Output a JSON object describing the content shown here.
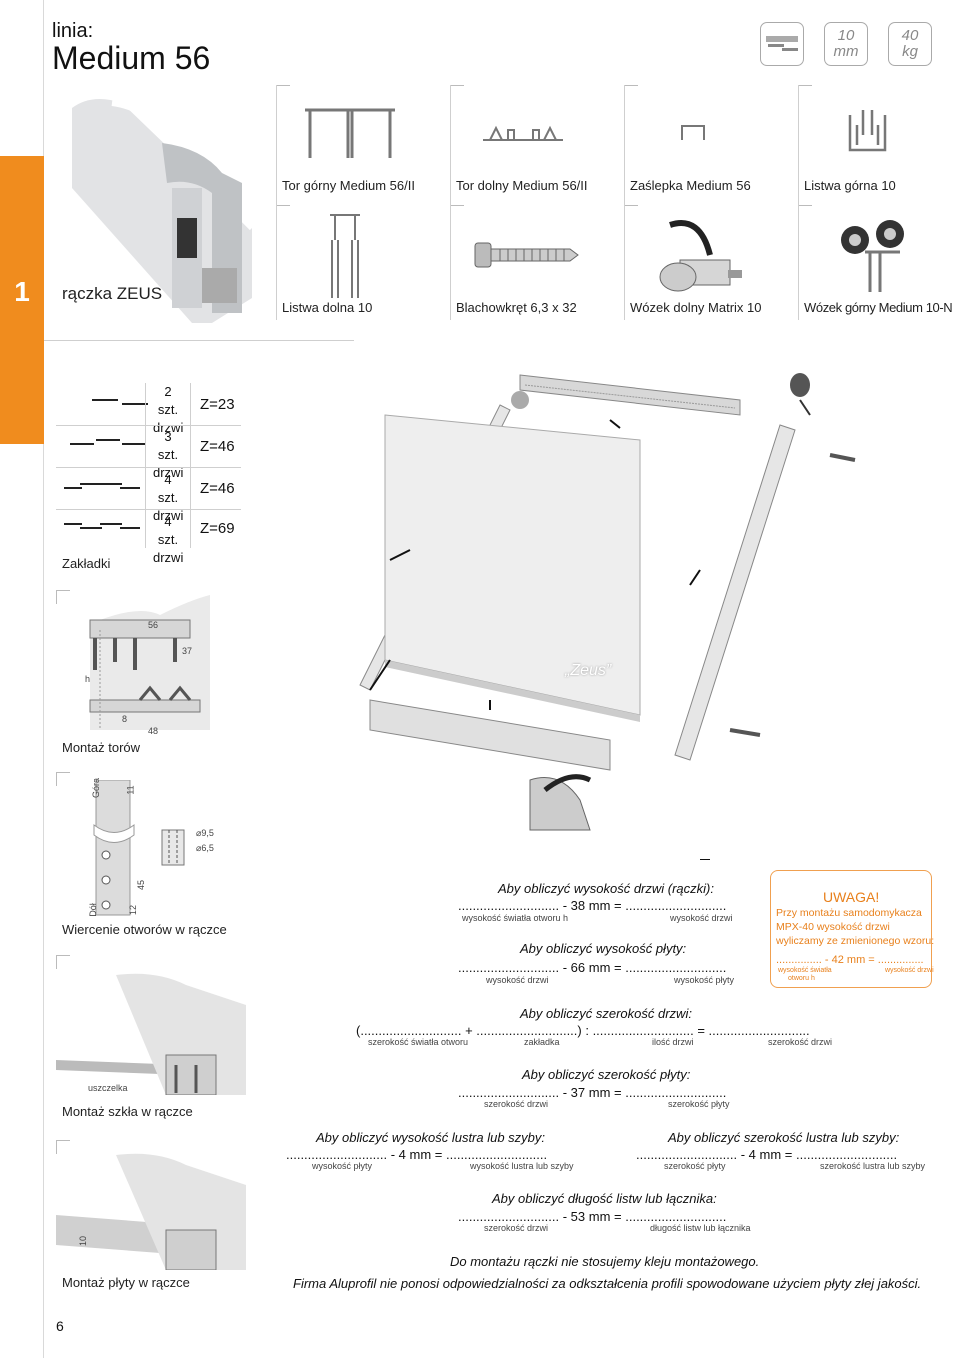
{
  "header": {
    "line_label": "linia:",
    "title": "Medium 56"
  },
  "badges": {
    "b1_top": "10",
    "b1_bottom": "mm",
    "b2_top": "40",
    "b2_bottom": "kg"
  },
  "section_number": "1",
  "page_number": "6",
  "products": {
    "handle": "rączka ZEUS",
    "row1": [
      "Tor górny Medium 56/II",
      "Tor dolny Medium 56/II",
      "Zaślepka Medium 56",
      "Listwa górna 10"
    ],
    "row2": [
      "Listwa dolna 10",
      "Blachowkręt 6,3 x 32",
      "Wózek dolny Matrix 10",
      "Wózek górny Medium 10-N"
    ]
  },
  "overlap": {
    "title": "Zakładki",
    "rows": [
      {
        "count": "2 szt.",
        "unit": "drzwi",
        "z": "Z=23"
      },
      {
        "count": "3 szt.",
        "unit": "drzwi",
        "z": "Z=46"
      },
      {
        "count": "4 szt.",
        "unit": "drzwi",
        "z": "Z=46"
      },
      {
        "count": "4 szt.",
        "unit": "drzwi",
        "z": "Z=69"
      }
    ]
  },
  "track_mount": {
    "title": "Montaż torów",
    "d56": "56",
    "d37": "37",
    "dh": "h",
    "d8": "8",
    "d48": "48"
  },
  "drilling": {
    "title": "Wiercenie otworów w rączce",
    "top": "Góra",
    "bottom": "Dół",
    "d11": "11",
    "d45": "45",
    "d12": "12",
    "d95": "⌀9,5",
    "d65": "⌀6,5"
  },
  "glass_mount": {
    "title": "Montaż szkła w rączce",
    "seal": "uszczelka"
  },
  "board_mount": {
    "title": "Montaż płyty w rączce",
    "d10": "10"
  },
  "zeus_label": "„Zeus”",
  "calc": {
    "door_height": {
      "title": "Aby obliczyć wysokość drzwi (rączki):",
      "line": "............................ - 38 mm = ............................",
      "l1": "wysokość światła otworu h",
      "l2": "wysokość drzwi"
    },
    "board_height": {
      "title": "Aby obliczyć wysokość płyty:",
      "line": "............................ - 66 mm = ............................",
      "l1": "wysokość drzwi",
      "l2": "wysokość płyty"
    },
    "door_width": {
      "title": "Aby obliczyć szerokość drzwi:",
      "line": "(............................ + ............................) : ............................ = ............................",
      "l1": "szerokość światła otworu",
      "l2": "zakładka",
      "l3": "ilość drzwi",
      "l4": "szerokość drzwi"
    },
    "board_width": {
      "title": "Aby obliczyć szerokość płyty:",
      "line": "............................ - 37 mm = ............................",
      "l1": "szerokość drzwi",
      "l2": "szerokość płyty"
    },
    "mirror_height": {
      "title": "Aby obliczyć wysokość lustra lub szyby:",
      "line": "............................ - 4 mm = ............................",
      "l1": "wysokość płyty",
      "l2": "wysokość lustra lub szyby"
    },
    "mirror_width": {
      "title": "Aby obliczyć szerokość lustra lub szyby:",
      "line": "............................ - 4 mm = ............................",
      "l1": "szerokość płyty",
      "l2": "szerokość lustra lub szyby"
    },
    "strip_length": {
      "title": "Aby obliczyć długość listw lub łącznika:",
      "line": "............................ - 53 mm = ............................",
      "l1": "szerokość drzwi",
      "l2": "długość listw lub łącznika"
    }
  },
  "warning": {
    "title": "UWAGA!",
    "text1": "Przy montażu samodomykacza",
    "text2": "MPX-40 wysokość drzwi",
    "text3": "wyliczamy ze zmienionego wzoru:",
    "line": "............... - 42 mm = ...............",
    "l1a": "wysokość światła",
    "l1b": "otworu h",
    "l2": "wysokość drzwi"
  },
  "notes": {
    "note1": "Do montażu rączki nie stosujemy kleju montażowego.",
    "note2": "Firma Aluprofil nie ponosi odpowiedzialności za odkształcenia profili spowodowane użyciem płyty złej jakości."
  }
}
